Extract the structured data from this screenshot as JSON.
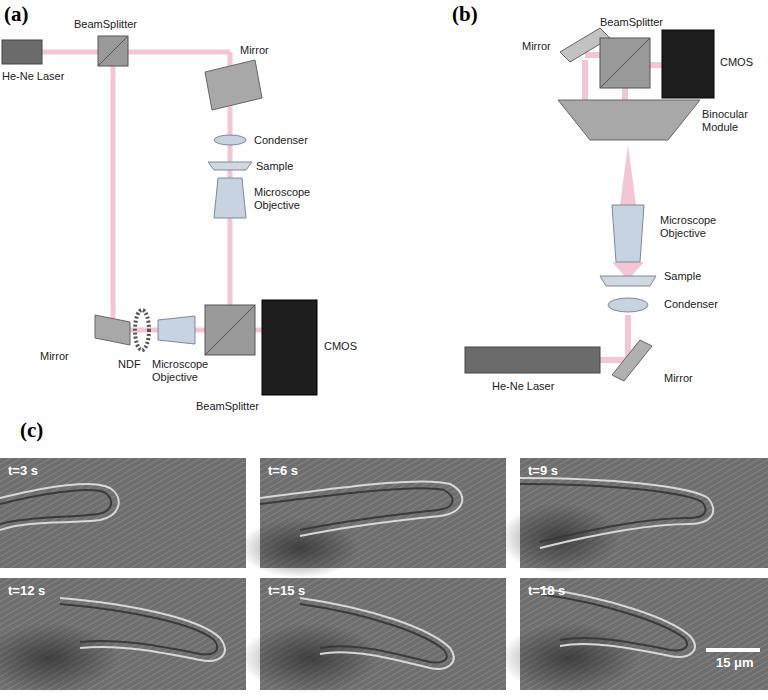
{
  "diagram": {
    "labels": [
      "(a)",
      "BeamSplitter",
      "He-Ne Laser",
      "Mirror",
      "Condenser",
      "Sample",
      "Microscope Objective",
      "Mirror",
      "NDF",
      "Microscope Objective",
      "BeamSplitter",
      "CMOS",
      "(b)",
      "BeamSplitter",
      "Mirror",
      "CMOS",
      "Binocular Module",
      "Microscope Objective",
      "Sample",
      "Condenser",
      "He-Ne Laser",
      "Mirror",
      "(c)",
      "t=3 s",
      "t=6 s",
      "t=9 s",
      "t=12 s",
      "t=15 s",
      "t=18 s",
      "15 μm"
    ]
  }
}
